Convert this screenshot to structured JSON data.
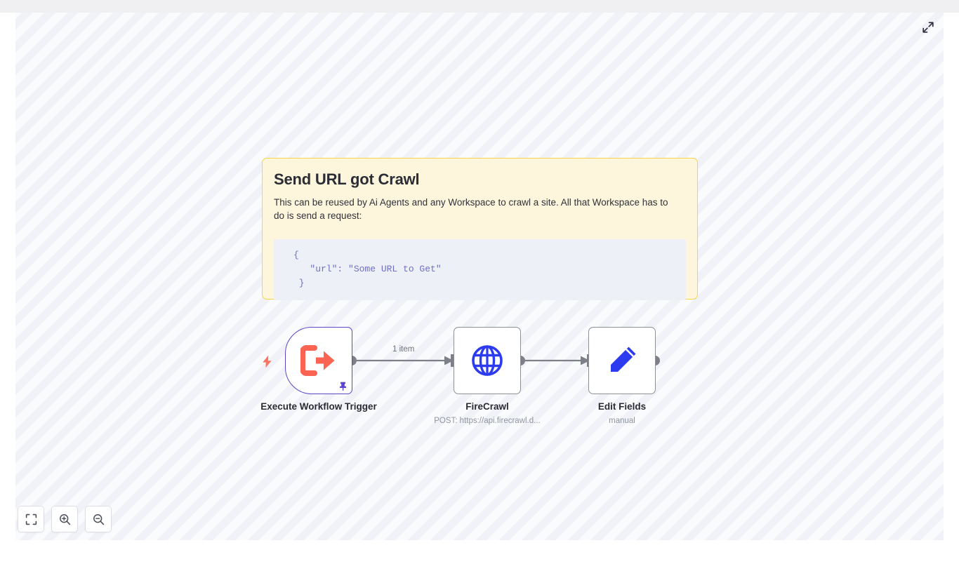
{
  "canvas": {
    "background_color": "#fafbfd",
    "stripe_color": "#f1f2f7"
  },
  "header": {
    "expand_icon": "expand-arrows-icon"
  },
  "sticky_note": {
    "title": "Send URL got Crawl",
    "body": "This can be reused by Ai Agents and any Workspace to crawl a site. All that Workspace has to do is send a request:",
    "code": "{\n   \"url\": \"Some URL to Get\"\n }",
    "background_color": "#fdf6dd",
    "border_color": "#f5d547",
    "code_background_color": "#eef0f8",
    "code_text_color": "#6e6ec8"
  },
  "nodes": [
    {
      "id": "execute-workflow-trigger",
      "name": "Execute Workflow Trigger",
      "subtitle": "",
      "icon": "workflow-exit-arrow-icon",
      "icon_color": "#fb6453",
      "border_color": "#5b45c9",
      "type": "trigger",
      "pinned": true,
      "pin_icon": "pushpin-icon",
      "bolt_icon": "lightning-bolt-icon"
    },
    {
      "id": "firecrawl",
      "name": "FireCrawl",
      "subtitle": "POST: https://api.firecrawl.d...",
      "icon": "globe-icon",
      "icon_color": "#2c3bf0",
      "border_color": "#8a8f98",
      "type": "action",
      "pinned": false
    },
    {
      "id": "edit-fields",
      "name": "Edit Fields",
      "subtitle": "manual",
      "icon": "pencil-icon",
      "icon_color": "#2c3bf0",
      "border_color": "#8a8f98",
      "type": "action",
      "pinned": false
    }
  ],
  "connections": [
    {
      "from": "execute-workflow-trigger",
      "to": "firecrawl",
      "label": "1 item"
    },
    {
      "from": "firecrawl",
      "to": "edit-fields",
      "label": ""
    }
  ],
  "controls": [
    {
      "id": "zoom-to-fit",
      "icon": "fit-to-screen-icon",
      "label": ""
    },
    {
      "id": "zoom-in",
      "icon": "zoom-in-icon",
      "label": ""
    },
    {
      "id": "zoom-out",
      "icon": "zoom-out-icon",
      "label": ""
    }
  ]
}
